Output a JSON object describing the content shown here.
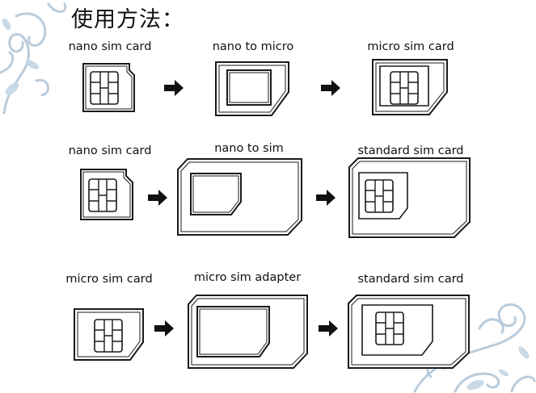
{
  "title": "使用方法：",
  "rows": [
    {
      "labels": [
        "nano sim card",
        "nano to micro",
        "micro sim card"
      ]
    },
    {
      "labels": [
        "nano sim card",
        "nano to sim",
        "standard sim card"
      ]
    },
    {
      "labels": [
        "micro sim card",
        "micro sim adapter",
        "standard sim card"
      ]
    }
  ],
  "colors": {
    "ink": "#1a1a1a",
    "card_fill": "#ffffff",
    "swirl": "#b9ccdc",
    "arrow": "#111111"
  },
  "icons": [
    "sim-card-icon",
    "adapter-icon",
    "arrow-right-icon",
    "floral-swirl-icon"
  ]
}
